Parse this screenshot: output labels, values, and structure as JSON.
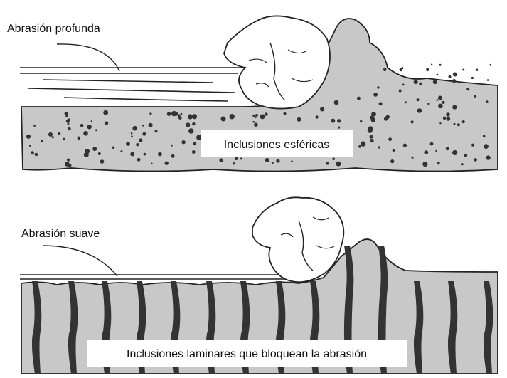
{
  "labels": {
    "deep_abrasion": "Abrasión profunda",
    "spherical_inclusions": "Inclusiones esféricas",
    "soft_abrasion": "Abrasión suave",
    "laminar_inclusions": "Inclusiones laminares que bloquean la abrasión"
  },
  "colors": {
    "matrix_fill": "#c8c8c8",
    "outline": "#222222",
    "inclusion": "#333333",
    "label_box": "#ffffff"
  }
}
